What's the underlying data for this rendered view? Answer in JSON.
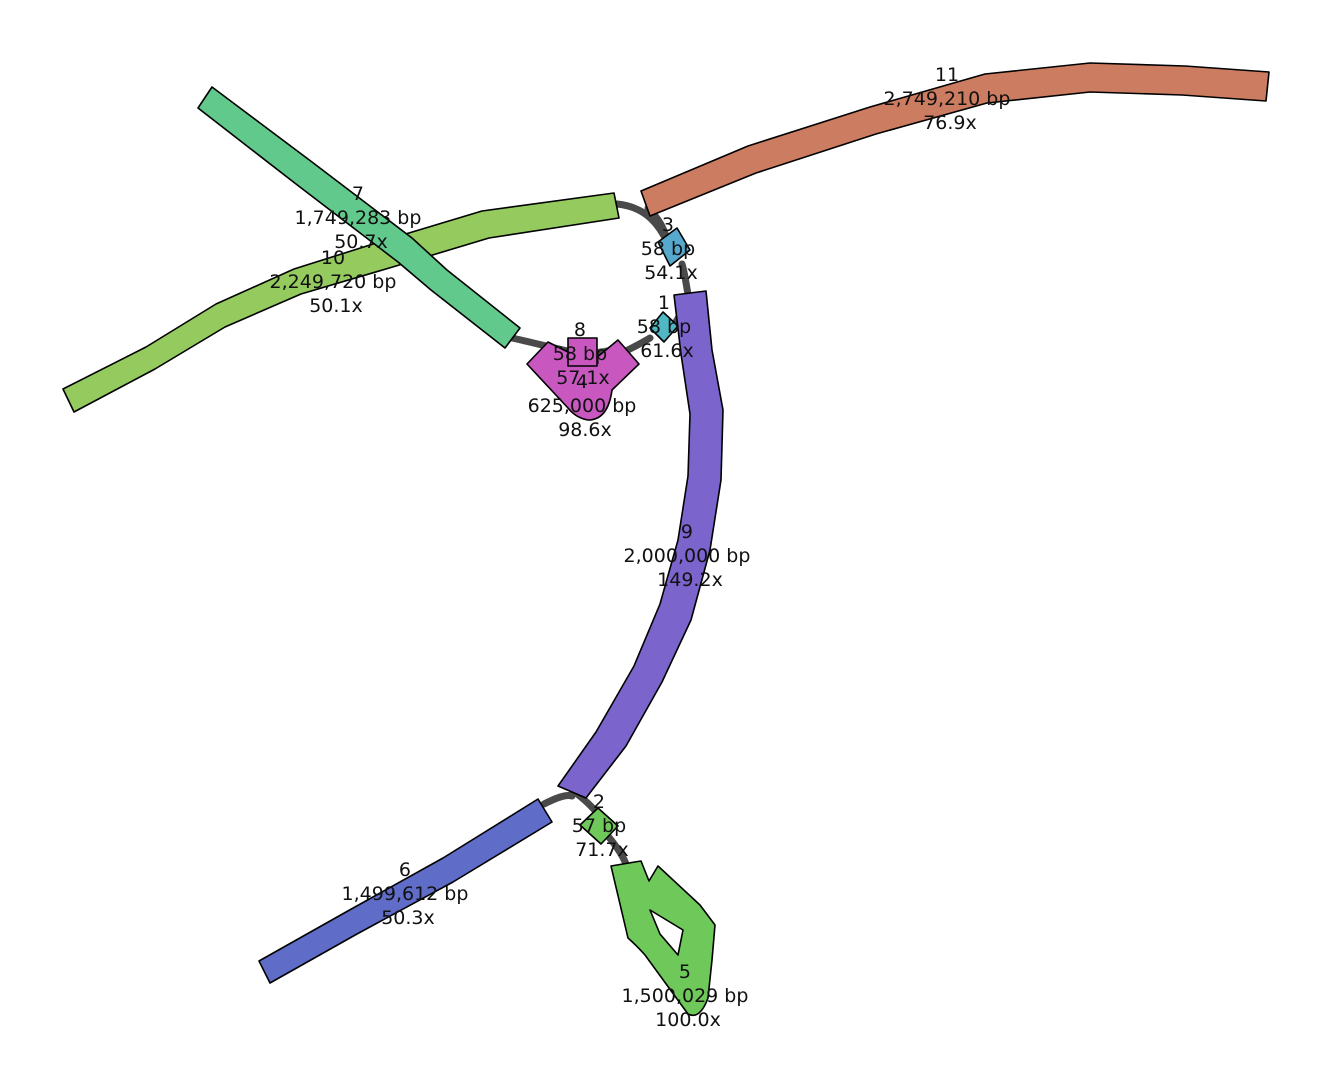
{
  "segments": [
    {
      "id": "1",
      "length": "58 bp",
      "depth": "61.6x",
      "color": "#4fb8c4"
    },
    {
      "id": "2",
      "length": "57 bp",
      "depth": "71.7x",
      "color": "#6fc95a"
    },
    {
      "id": "3",
      "length": "58 bp",
      "depth": "54.1x",
      "color": "#56a8cc"
    },
    {
      "id": "4",
      "length": "625,000 bp",
      "depth": "98.6x",
      "color": "#c858c0"
    },
    {
      "id": "5",
      "length": "1,500,029 bp",
      "depth": "100.0x",
      "color": "#6fc95a"
    },
    {
      "id": "6",
      "length": "1,499,612 bp",
      "depth": "50.3x",
      "color": "#5f6cc8"
    },
    {
      "id": "7",
      "length": "1,749,283 bp",
      "depth": "50.7x",
      "color": "#62c98c"
    },
    {
      "id": "8",
      "length": "58 bp",
      "depth": "57.1x",
      "color": "#c858c0"
    },
    {
      "id": "9",
      "length": "2,000,000 bp",
      "depth": "149.2x",
      "color": "#7b64cc"
    },
    {
      "id": "10",
      "length": "2,249,720 bp",
      "depth": "50.1x",
      "color": "#94ca5e"
    },
    {
      "id": "11",
      "length": "2,749,210 bp",
      "depth": "76.9x",
      "color": "#cc7c60"
    }
  ],
  "links": [
    [
      "10",
      "3"
    ],
    [
      "11",
      "3"
    ],
    [
      "3",
      "9"
    ],
    [
      "1",
      "9"
    ],
    [
      "1",
      "4"
    ],
    [
      "7",
      "8"
    ],
    [
      "8",
      "4"
    ],
    [
      "9",
      "2"
    ],
    [
      "6",
      "2"
    ],
    [
      "2",
      "5"
    ]
  ],
  "colors": {
    "edge": "#4a4a4a",
    "outline": "#000000",
    "background": "#ffffff"
  }
}
